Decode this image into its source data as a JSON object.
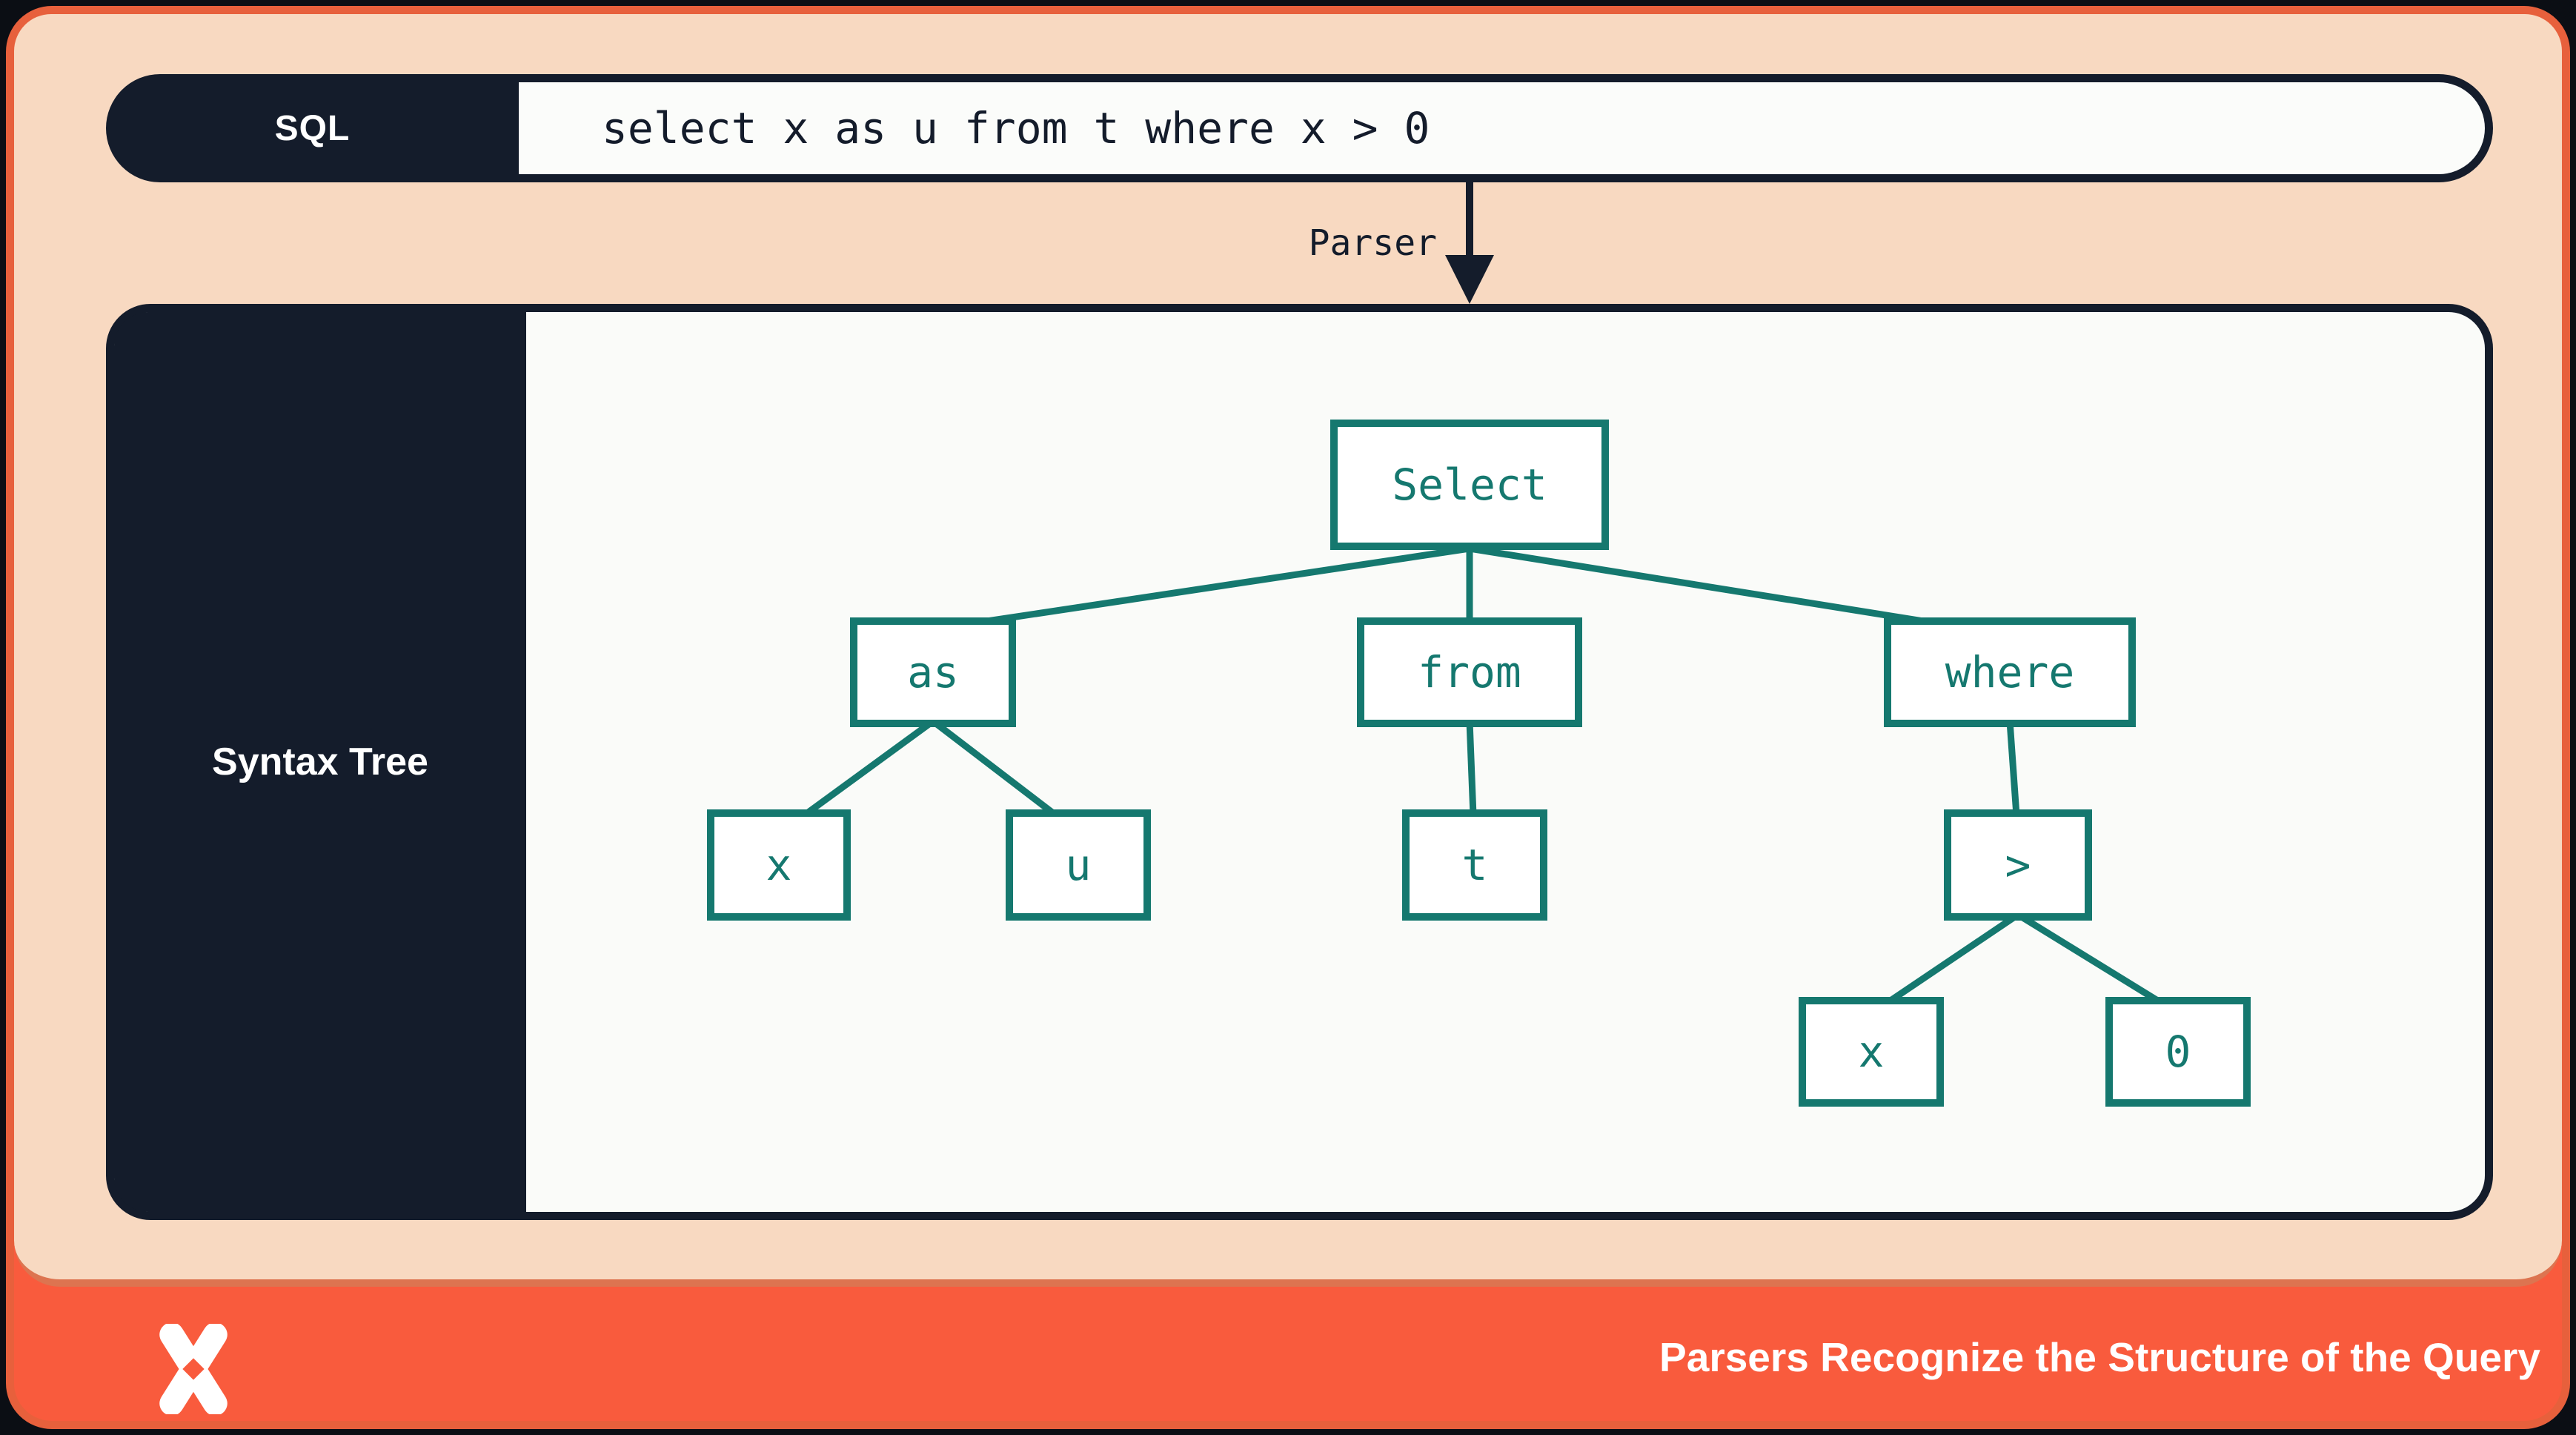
{
  "slide": {
    "sql_bar": {
      "label": "SQL",
      "query": "select x as u from t where x > 0"
    },
    "parser_arrow": {
      "label": "Parser"
    },
    "syntax_tree_panel": {
      "label": "Syntax Tree"
    },
    "tree": {
      "nodes": [
        {
          "id": "select",
          "label": "Select"
        },
        {
          "id": "as",
          "label": "as"
        },
        {
          "id": "from",
          "label": "from"
        },
        {
          "id": "where",
          "label": "where"
        },
        {
          "id": "x_alias",
          "label": "x"
        },
        {
          "id": "u",
          "label": "u"
        },
        {
          "id": "t",
          "label": "t"
        },
        {
          "id": "gt",
          "label": ">"
        },
        {
          "id": "x_cond",
          "label": "x"
        },
        {
          "id": "zero",
          "label": "0"
        }
      ],
      "edges": [
        [
          "select",
          "as"
        ],
        [
          "select",
          "from"
        ],
        [
          "select",
          "where"
        ],
        [
          "as",
          "x_alias"
        ],
        [
          "as",
          "u"
        ],
        [
          "from",
          "t"
        ],
        [
          "where",
          "gt"
        ],
        [
          "gt",
          "x_cond"
        ],
        [
          "gt",
          "zero"
        ]
      ]
    },
    "footer": {
      "caption": "Parsers Recognize the Structure of the Query",
      "logo": "dolt-x-logo"
    },
    "colors": {
      "navy": "#141c2b",
      "teal": "#15786f",
      "peach": "#f8d9c1",
      "panel_bg": "#fafbf9",
      "footer_orange": "#f95b3d",
      "border_orange": "#e7603c",
      "separator_orange": "#dd7450",
      "white": "#ffffff"
    }
  }
}
